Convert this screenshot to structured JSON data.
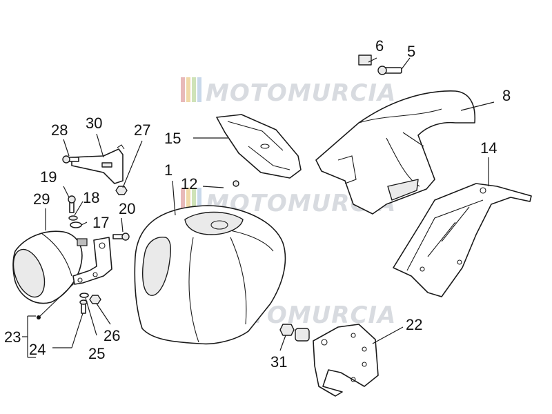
{
  "watermark": {
    "text": "MOTOMURCIA",
    "stripe_colors": [
      "#e8b9b9",
      "#f0d9a8",
      "#cfe3b8",
      "#c8d8ea"
    ]
  },
  "callouts": [
    "1",
    "5",
    "6",
    "8",
    "12",
    "14",
    "15",
    "17",
    "18",
    "19",
    "20",
    "22",
    "23",
    "24",
    "25",
    "26",
    "27",
    "28",
    "29",
    "30",
    "31"
  ]
}
